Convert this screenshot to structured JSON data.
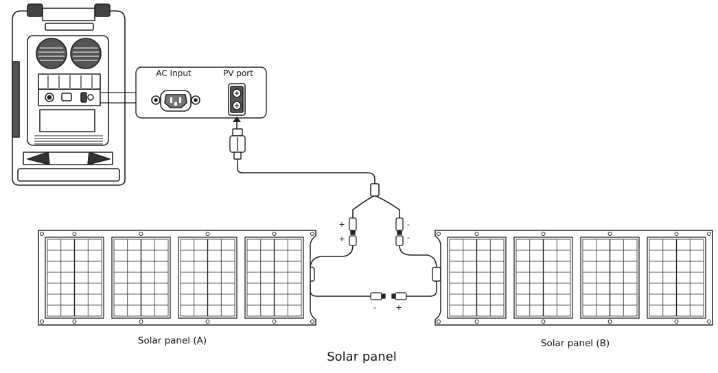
{
  "callout": {
    "ac_input_label": "AC Input",
    "pv_port_label": "PV port"
  },
  "panels": {
    "a_label": "Solar panel (A)",
    "b_label": "Solar panel (B)"
  },
  "figure_title": "Solar panel",
  "polarity": {
    "branch_top_left": "+",
    "branch_mid_left": "+",
    "branch_top_right": "-",
    "branch_mid_right": "-",
    "bottom_left": "-",
    "bottom_right": "+"
  },
  "icons": {
    "power_station": "power-station-icon",
    "ac_socket": "ac-socket-icon",
    "pv_port": "pv-port-icon",
    "connector": "anderson-connector-icon",
    "y_splitter": "y-splitter-cable-icon",
    "solar_panel": "solar-panel-icon"
  }
}
